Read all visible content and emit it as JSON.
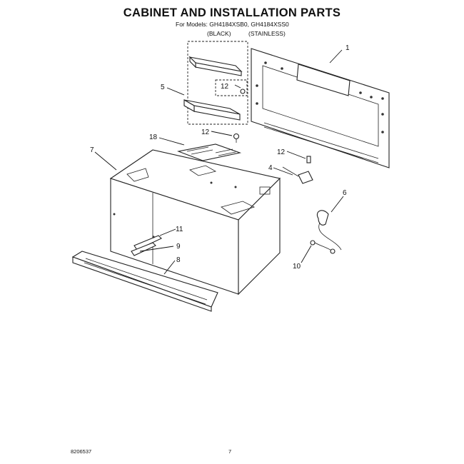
{
  "title": "CABINET AND INSTALLATION PARTS",
  "models_line": "For Models: GH4184XSB0, GH4184XSS0",
  "model_finish": {
    "black": "(BLACK)",
    "stainless": "(STAINLESS)"
  },
  "callouts": {
    "c1": "1",
    "c4": "4",
    "c5": "5",
    "c6": "6",
    "c7": "7",
    "c8": "8",
    "c9": "9",
    "c10": "10",
    "c11": "11",
    "c12a": "12",
    "c12b": "12",
    "c12c": "12",
    "c18": "18"
  },
  "footer": {
    "code": "8206537",
    "page": "7"
  }
}
